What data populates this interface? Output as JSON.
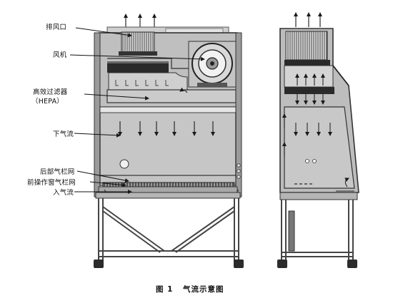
{
  "labels": {
    "exhaust": "排风口",
    "fan": "风机",
    "hepa_line1": "高效过滤器",
    "hepa_line2": "（HEPA）",
    "downflow": "下气流",
    "rear_grille": "后部气栏网",
    "front_grille": "前操作窗气栏网",
    "inflow": "入气流"
  },
  "caption": {
    "number": "图 1",
    "text": "气流示意图"
  },
  "colors": {
    "line": "#3a3a3a",
    "panel": "#bdbdbd",
    "panel_dark": "#8e8e8e",
    "dark": "#1e1e1e",
    "light": "#e2e2e2"
  }
}
